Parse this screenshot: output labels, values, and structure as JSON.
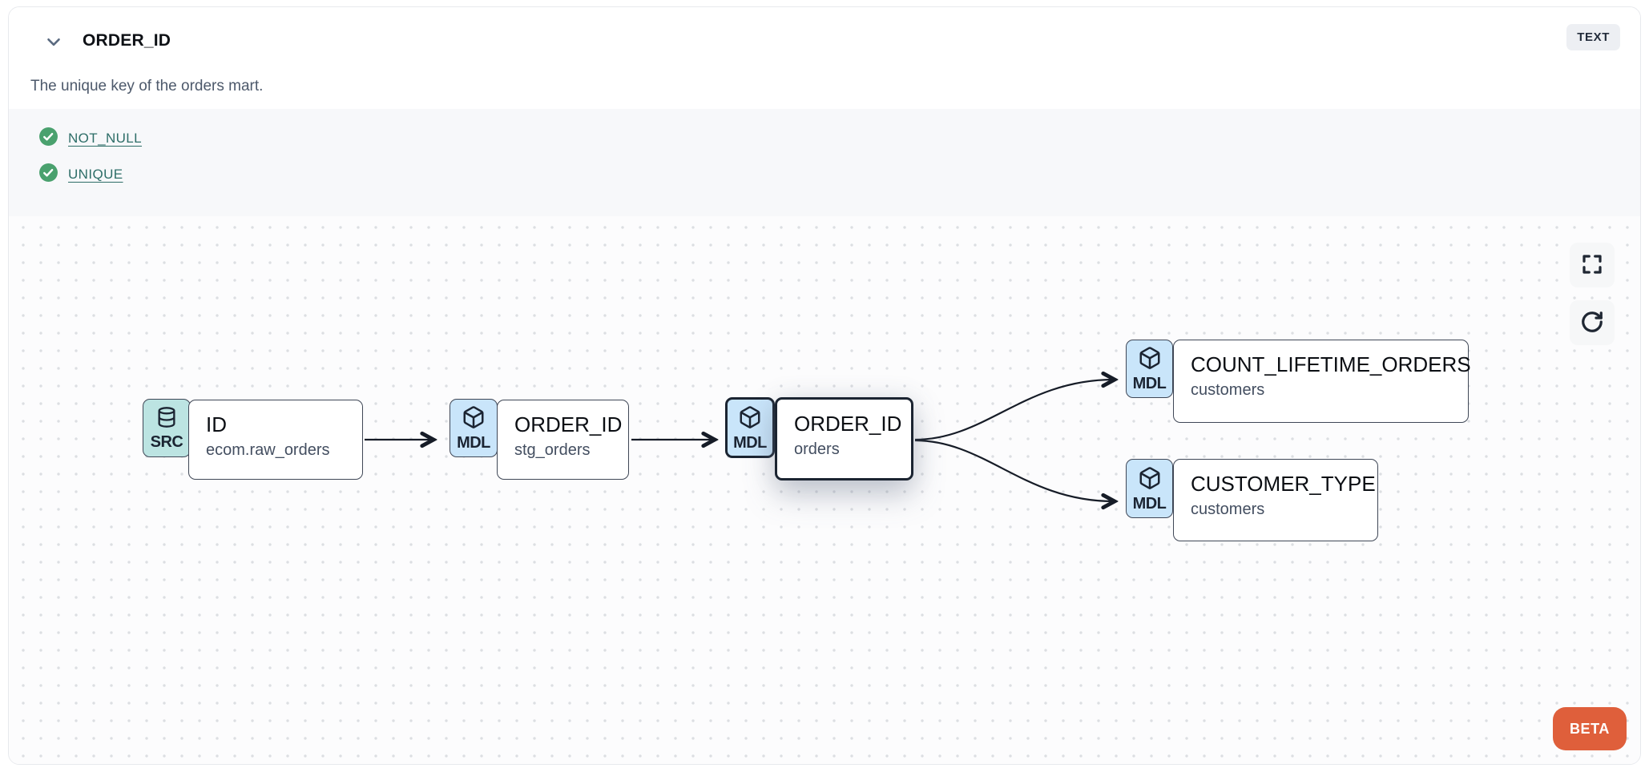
{
  "header": {
    "title": "ORDER_ID",
    "description": "The unique key of the orders mart.",
    "type_badge": "TEXT"
  },
  "tests": {
    "items": [
      {
        "name": "NOT_NULL",
        "status": "pass"
      },
      {
        "name": "UNIQUE",
        "status": "pass"
      }
    ]
  },
  "lineage": {
    "nodes": [
      {
        "kind": "SRC",
        "icon": "database-icon",
        "title": "ID",
        "subtitle": "ecom.raw_orders",
        "highlighted": false
      },
      {
        "kind": "MDL",
        "icon": "cube-icon",
        "title": "ORDER_ID",
        "subtitle": "stg_orders",
        "highlighted": false
      },
      {
        "kind": "MDL",
        "icon": "cube-icon",
        "title": "ORDER_ID",
        "subtitle": "orders",
        "highlighted": true
      },
      {
        "kind": "MDL",
        "icon": "cube-icon",
        "title": "COUNT_LIFETIME_ORDERS",
        "subtitle": "customers",
        "highlighted": false
      },
      {
        "kind": "MDL",
        "icon": "cube-icon",
        "title": "CUSTOMER_TYPE",
        "subtitle": "customers",
        "highlighted": false
      }
    ]
  },
  "canvas": {
    "beta_label": "BETA"
  },
  "colors": {
    "beta_orange": "#df5f3b",
    "src_badge_teal": "#bce4e2",
    "mdl_badge_blue": "#c9e5fa",
    "test_link_teal": "#2e6e68",
    "check_green": "#4aa16e",
    "node_border": "#3f4756",
    "highlight_border": "#1b2431",
    "type_badge_bg": "#edeff3",
    "edge_line": "#161c27"
  }
}
